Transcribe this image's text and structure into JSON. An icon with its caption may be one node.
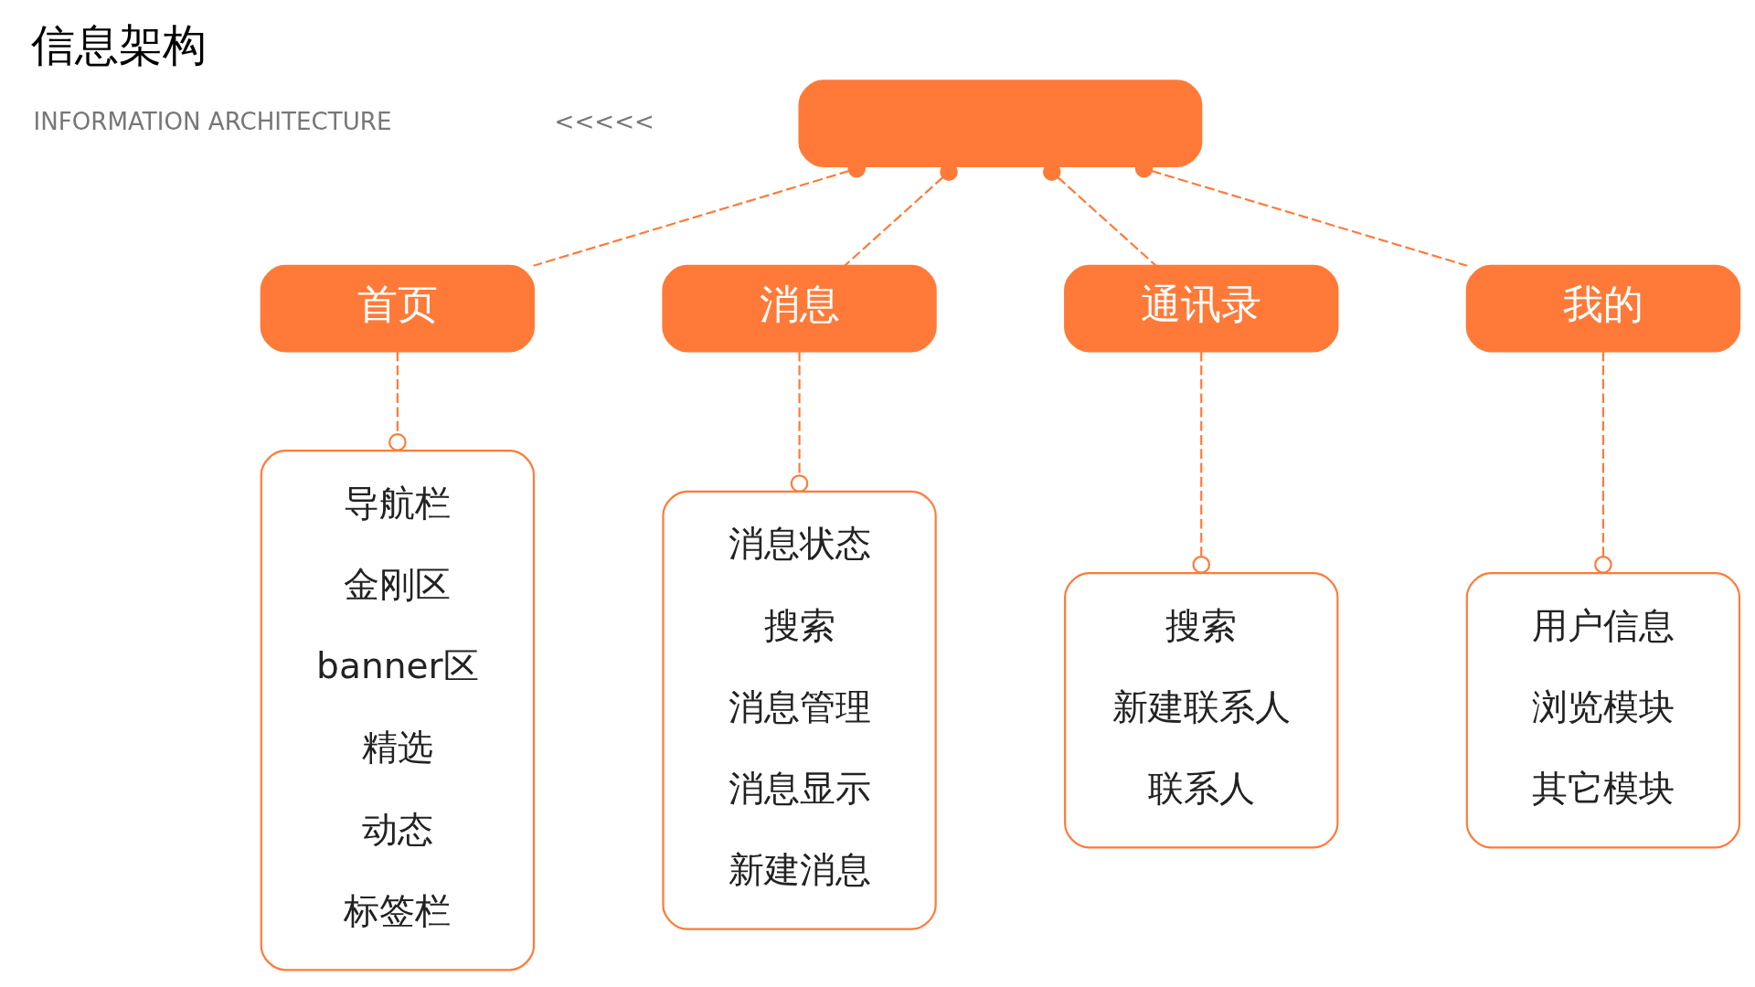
{
  "diagram": {
    "title": "信息架构",
    "nodes": [
      {
        "text": [],
        "shape": "box"
      },
      {
        "text": [
          "首页"
        ]
      },
      {
        "text": [
          "消息"
        ]
      },
      {
        "text": [
          "通讯录"
        ]
      },
      {
        "text": [
          "我的"
        ]
      },
      {
        "text": [
          "导航栏",
          "金刚区",
          "banner区",
          "精选",
          "动态",
          "标签栏"
        ]
      },
      {
        "text": [
          "消息状态",
          "搜索",
          "消息管理",
          "消息显示",
          "新建消息"
        ]
      },
      {
        "text": [
          "搜索",
          "新建联系人",
          "联系人"
        ]
      },
      {
        "text": [
          "用户信息",
          "浏览模块",
          "其它模块"
        ]
      }
    ],
    "edges": [
      {
        "from": 0,
        "to": 1,
        "arrow": "other",
        "style": "dashed"
      },
      {
        "from": 0,
        "to": 2,
        "arrow": "other",
        "style": "dashed"
      },
      {
        "from": 0,
        "to": 3,
        "arrow": "other",
        "style": "dashed"
      },
      {
        "from": 0,
        "to": 4,
        "arrow": "other",
        "style": "dashed"
      },
      {
        "from": 1,
        "to": 5,
        "arrow": "other",
        "style": "dashed"
      },
      {
        "from": 2,
        "to": 6,
        "arrow": "other",
        "style": "dashed"
      },
      {
        "from": 3,
        "to": 7,
        "arrow": "other",
        "style": "dashed"
      },
      {
        "from": 4,
        "to": 8,
        "arrow": "other",
        "style": "dashed"
      }
    ],
    "labels": [
      "INFORMATION ARCHITECTURE",
      "<<<<<"
    ]
  }
}
